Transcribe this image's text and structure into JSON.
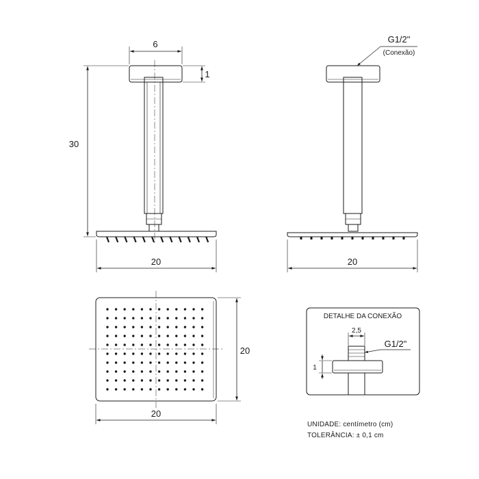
{
  "front_view": {
    "dim_width_top": "6",
    "dim_height_total": "30",
    "dim_base_height": "1",
    "dim_width_bottom": "20"
  },
  "side_view": {
    "thread_label": "G1/2\"",
    "thread_sublabel": "(Conexão)",
    "dim_width_bottom": "20"
  },
  "top_view": {
    "dim_width": "20",
    "dim_height": "20"
  },
  "detail": {
    "title": "DETALHE DA CONEXÃO",
    "dim_thread_width": "2,5",
    "thread_label": "G1/2\"",
    "dim_height": "1"
  },
  "notes": {
    "unit": "UNIDADE: centímetro (cm)",
    "tolerance": "TOLERÂNCIA: ± 0,1 cm"
  }
}
